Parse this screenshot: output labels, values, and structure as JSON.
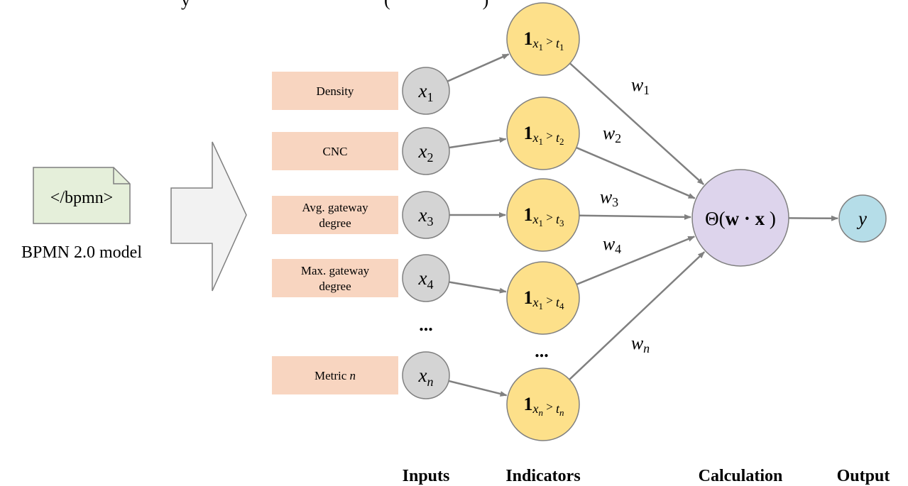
{
  "top_caption": "y                                          (                    )",
  "model": {
    "file_tag": "</bpmn>",
    "label": "BPMN 2.0 model"
  },
  "metrics": [
    {
      "lines": [
        "Density"
      ],
      "input_base": "x",
      "input_sub": "1"
    },
    {
      "lines": [
        "CNC"
      ],
      "input_base": "x",
      "input_sub": "2"
    },
    {
      "lines": [
        "Avg. gateway",
        "degree"
      ],
      "input_base": "x",
      "input_sub": "3"
    },
    {
      "lines": [
        "Max. gateway",
        "degree"
      ],
      "input_base": "x",
      "input_sub": "4"
    },
    {
      "lines": [
        "Metric ",
        "n"
      ],
      "input_base": "x",
      "input_sub": "n"
    }
  ],
  "input_ellipsis": "...",
  "indicator_ellipsis": "...",
  "indicators": [
    {
      "bold_one": "1",
      "x_sub": "x",
      "x_sub_idx": "1",
      "gt": " > ",
      "t": "t",
      "t_idx": "1"
    },
    {
      "bold_one": "1",
      "x_sub": "x",
      "x_sub_idx": "1",
      "gt": " > ",
      "t": "t",
      "t_idx": "2"
    },
    {
      "bold_one": "1",
      "x_sub": "x",
      "x_sub_idx": "1",
      "gt": " > ",
      "t": "t",
      "t_idx": "3"
    },
    {
      "bold_one": "1",
      "x_sub": "x",
      "x_sub_idx": "1",
      "gt": " > ",
      "t": "t",
      "t_idx": "4"
    },
    {
      "bold_one": "1",
      "x_sub": "x",
      "x_sub_idx": "n",
      "gt": " > ",
      "t": "t",
      "t_idx": "n"
    }
  ],
  "weights": [
    {
      "base": "w",
      "idx": "1"
    },
    {
      "base": "w",
      "idx": "2"
    },
    {
      "base": "w",
      "idx": "3"
    },
    {
      "base": "w",
      "idx": "4"
    },
    {
      "base": "w",
      "idx": "n"
    }
  ],
  "calculation": {
    "theta": "Θ(",
    "w": "w",
    "dot": " · ",
    "x": "x",
    "close": " )"
  },
  "output": {
    "symbol": "y"
  },
  "column_labels": {
    "inputs": "Inputs",
    "indicators": "Indicators",
    "calculation": "Calculation",
    "output": "Output"
  },
  "colors": {
    "metric_box": "#f8d5c0",
    "input_node": "#d4d4d4",
    "indicator_node": "#fde08a",
    "calculation_node": "#ddd4ec",
    "output_node": "#b5dde8",
    "model_file": "#e5efda",
    "arrow": "#808080"
  }
}
